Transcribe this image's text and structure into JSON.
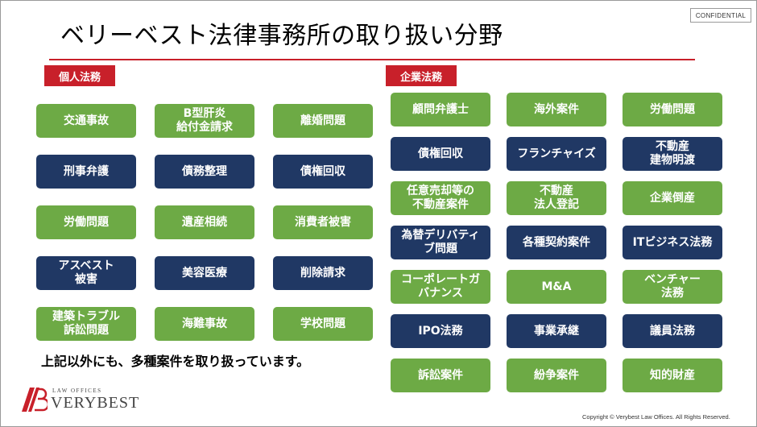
{
  "header": {
    "confidential": "CONFIDENTIAL",
    "title": "ベリーベスト法律事務所の取り扱い分野"
  },
  "sections": {
    "personal_label": "個人法務",
    "corporate_label": "企業法務"
  },
  "personal_tiles": [
    {
      "label": "交通事故",
      "color": "green"
    },
    {
      "label": "B型肝炎\n給付金請求",
      "color": "green"
    },
    {
      "label": "離婚問題",
      "color": "green"
    },
    {
      "label": "刑事弁護",
      "color": "navy"
    },
    {
      "label": "債務整理",
      "color": "navy"
    },
    {
      "label": "債権回収",
      "color": "navy"
    },
    {
      "label": "労働問題",
      "color": "green"
    },
    {
      "label": "遺産相続",
      "color": "green"
    },
    {
      "label": "消費者被害",
      "color": "green"
    },
    {
      "label": "アスベスト\n被害",
      "color": "navy"
    },
    {
      "label": "美容医療",
      "color": "navy"
    },
    {
      "label": "削除請求",
      "color": "navy"
    },
    {
      "label": "建築トラブル\n訴訟問題",
      "color": "green"
    },
    {
      "label": "海難事故",
      "color": "green"
    },
    {
      "label": "学校問題",
      "color": "green"
    }
  ],
  "corporate_tiles": [
    {
      "label": "顧問弁護士",
      "color": "green"
    },
    {
      "label": "海外案件",
      "color": "green"
    },
    {
      "label": "労働問題",
      "color": "green"
    },
    {
      "label": "債権回収",
      "color": "navy"
    },
    {
      "label": "フランチャイズ",
      "color": "navy"
    },
    {
      "label": "不動産\n建物明渡",
      "color": "navy"
    },
    {
      "label": "任意売却等の\n不動産案件",
      "color": "green"
    },
    {
      "label": "不動産\n法人登記",
      "color": "green"
    },
    {
      "label": "企業倒産",
      "color": "green"
    },
    {
      "label": "為替デリバティ\nブ問題",
      "color": "navy"
    },
    {
      "label": "各種契約案件",
      "color": "navy"
    },
    {
      "label": "ITビジネス法務",
      "color": "navy"
    },
    {
      "label": "コーポレートガ\nバナンス",
      "color": "green"
    },
    {
      "label": "M&A",
      "color": "green"
    },
    {
      "label": "ベンチャー\n法務",
      "color": "green"
    },
    {
      "label": "IPO法務",
      "color": "navy"
    },
    {
      "label": "事業承継",
      "color": "navy"
    },
    {
      "label": "議員法務",
      "color": "navy"
    },
    {
      "label": "訴訟案件",
      "color": "green"
    },
    {
      "label": "紛争案件",
      "color": "green"
    },
    {
      "label": "知的財産",
      "color": "green"
    }
  ],
  "colors": {
    "green": "#6daa45",
    "navy": "#203864",
    "accent_red": "#c8202a"
  },
  "footer": {
    "note": "上記以外にも、多種案件を取り扱っています。",
    "logo_small": "LAW OFFICES",
    "logo_big": "VERYBEST",
    "logo_icon": "verybest-logo-mark",
    "copyright": "Copyright © Verybest Law Offices. All Rights Reserved."
  }
}
